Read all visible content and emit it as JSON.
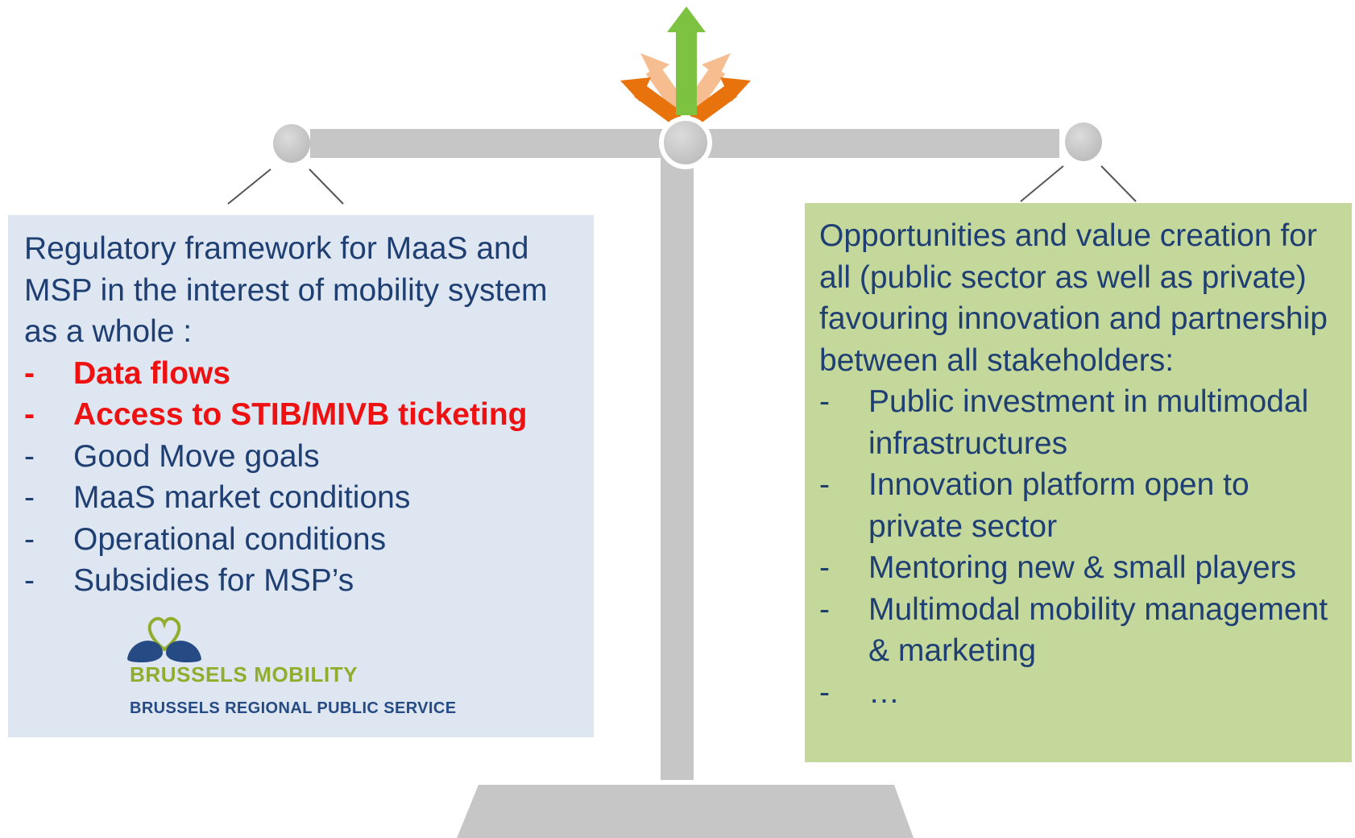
{
  "left_panel": {
    "intro": "Regulatory framework for MaaS and MSP in the interest of mobility system as a whole :",
    "bullets": [
      {
        "dash": "-",
        "text": "Data flows",
        "highlight": true
      },
      {
        "dash": "-",
        "text": "Access to STIB/MIVB ticketing",
        "highlight": true
      },
      {
        "dash": "-",
        "text": "Good Move goals",
        "highlight": false
      },
      {
        "dash": "-",
        "text": "MaaS market conditions",
        "highlight": false
      },
      {
        "dash": "-",
        "text": "Operational conditions",
        "highlight": false
      },
      {
        "dash": "-",
        "text": "Subsidies for MSP’s",
        "highlight": false
      }
    ],
    "logo": {
      "name": "BRUSSELS MOBILITY",
      "subtitle": "BRUSSELS REGIONAL PUBLIC SERVICE"
    }
  },
  "right_panel": {
    "intro": "Opportunities and value creation for all (public sector as well as private) favouring innovation and partnership between all stakeholders:",
    "bullets": [
      {
        "dash": "-",
        "text": "Public investment in multimodal infrastructures"
      },
      {
        "dash": "-",
        "text": "Innovation platform open to private sector"
      },
      {
        "dash": "-",
        "text": "Mentoring new & small players"
      },
      {
        "dash": "-",
        "text": "Multimodal mobility management & marketing"
      },
      {
        "dash": "-",
        "text": "…"
      }
    ]
  },
  "colors": {
    "left_panel_bg": "#dde6f1",
    "right_panel_bg": "#c4d89b",
    "body_text": "#1f3f73",
    "highlight_text": "#ee1111",
    "scale_gray": "#c6c6c6",
    "arrow_green": "#7ec242",
    "arrow_orange": "#e8730d",
    "arrow_peach": "#f6be90",
    "brand_green": "#92ad2d",
    "brand_blue": "#264b84"
  },
  "icons": {
    "balance": "balance-scale-icon",
    "arrows": "direction-arrows-icon",
    "logo": "heart-logo-icon"
  }
}
